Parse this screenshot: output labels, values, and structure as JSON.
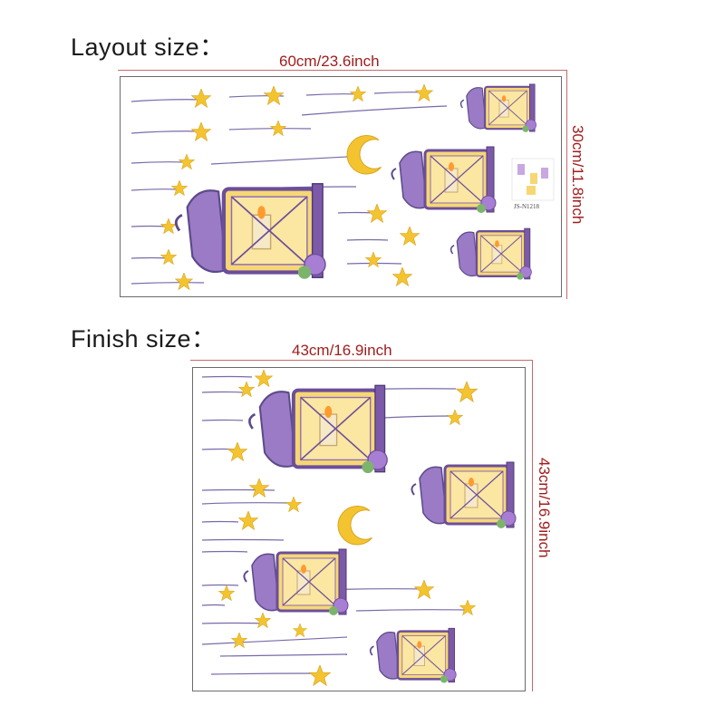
{
  "layout": {
    "heading": "Layout size：",
    "width_label": "60cm/23.6inch",
    "height_label": "30cm/11.8inch",
    "product_code": "JS-N1218"
  },
  "finish": {
    "heading": "Finish size：",
    "width_label": "43cm/16.9inch",
    "height_label": "43cm/16.9inch"
  },
  "colors": {
    "dimension_red": "#a11d1d",
    "star_yellow": "#f4c430",
    "lantern_purple": "#8b5fb4",
    "glow_yellow": "#f7d774",
    "string_purple": "#7a6aa8"
  }
}
